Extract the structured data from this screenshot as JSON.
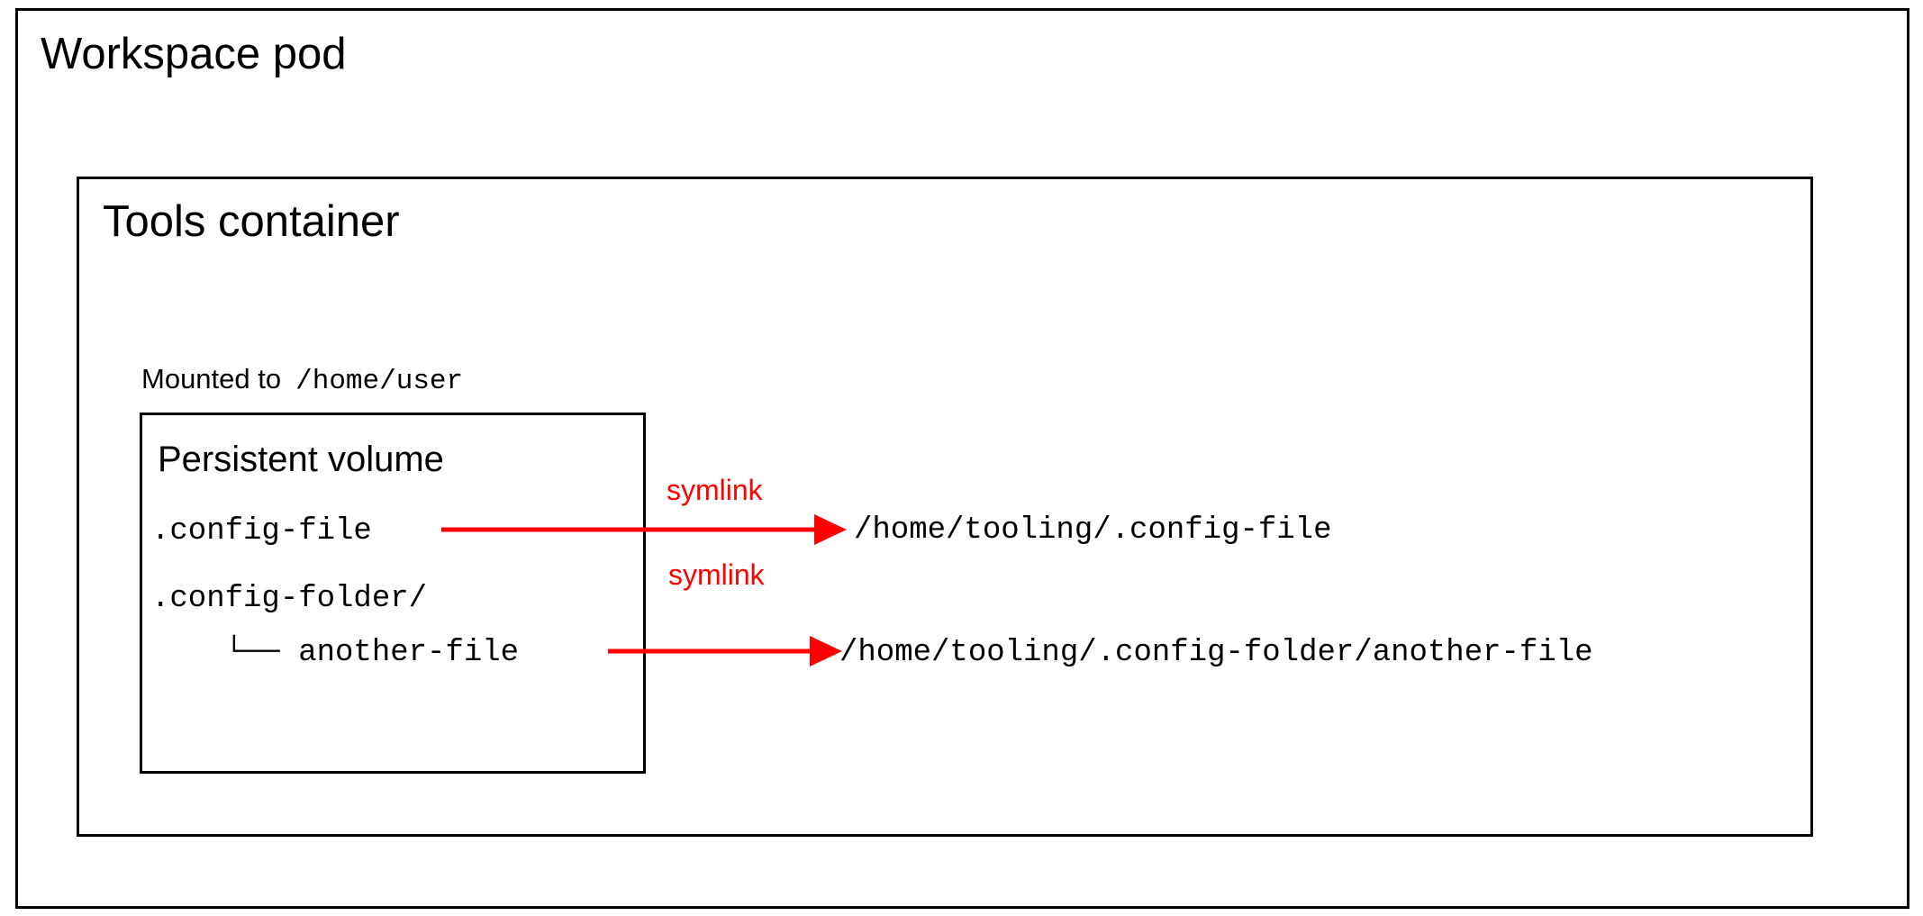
{
  "diagram": {
    "pod": {
      "title": "Workspace pod"
    },
    "tools_container": {
      "title": "Tools container"
    },
    "mount": {
      "prefix": "Mounted to",
      "path": "/home/user"
    },
    "volume": {
      "title": "Persistent volume",
      "entries": [
        {
          "name": ".config-file"
        },
        {
          "name": ".config-folder/"
        },
        {
          "name": "    └── another-file"
        }
      ]
    },
    "symlinks": [
      {
        "label": "symlink",
        "source": ".config-file",
        "target": "/home/tooling/.config-file"
      },
      {
        "label": "symlink",
        "source": "another-file",
        "target": "/home/tooling/.config-folder/another-file"
      }
    ]
  },
  "colors": {
    "stroke": "#000000",
    "symlink": "#ff0000",
    "background": "#ffffff"
  }
}
